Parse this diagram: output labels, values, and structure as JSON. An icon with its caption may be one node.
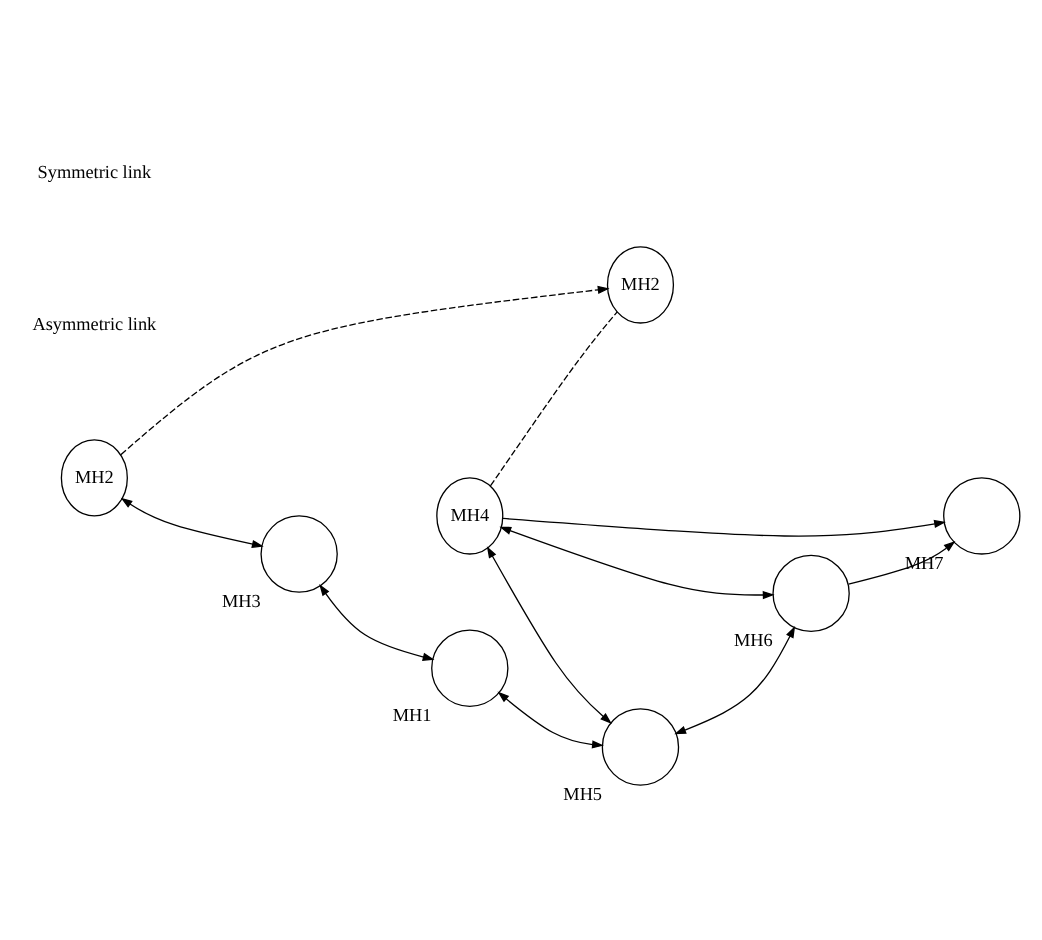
{
  "diagram": {
    "nodes": [
      {
        "text": [
          "MH2"
        ]
      },
      {
        "text": [
          "MH2"
        ]
      },
      {
        "text": [
          "MH4"
        ]
      },
      {
        "text": [],
        "shape": "circle",
        "beside": [
          "MH3"
        ]
      },
      {
        "text": [],
        "shape": "circle",
        "beside": [
          "MH5"
        ]
      },
      {
        "text": [],
        "shape": "circle",
        "beside": [
          "MH1"
        ]
      },
      {
        "text": [],
        "shape": "circle",
        "beside": [
          "MH6"
        ]
      },
      {
        "text": [],
        "shape": "circle",
        "beside": [
          "MH7"
        ]
      }
    ],
    "edges": [
      {
        "from": 0,
        "to": 1,
        "arrow": "to",
        "style": "dashed"
      },
      {
        "from": 2,
        "to": 1,
        "arrow": "none",
        "style": "dashed"
      },
      {
        "from": 0,
        "to": 3,
        "arrow": "both"
      },
      {
        "from": 2,
        "to": 4,
        "arrow": "both"
      },
      {
        "from": 2,
        "to": 6,
        "arrow": "both"
      },
      {
        "from": 2,
        "to": 7,
        "arrow": "to"
      },
      {
        "from": 3,
        "to": 5,
        "arrow": "both"
      },
      {
        "from": 5,
        "to": 4,
        "arrow": "both"
      },
      {
        "from": 4,
        "to": 6,
        "arrow": "both"
      },
      {
        "from": 6,
        "to": 7,
        "arrow": "to"
      }
    ],
    "labels": [
      "Asymmetric link",
      "Symmetric link"
    ]
  }
}
